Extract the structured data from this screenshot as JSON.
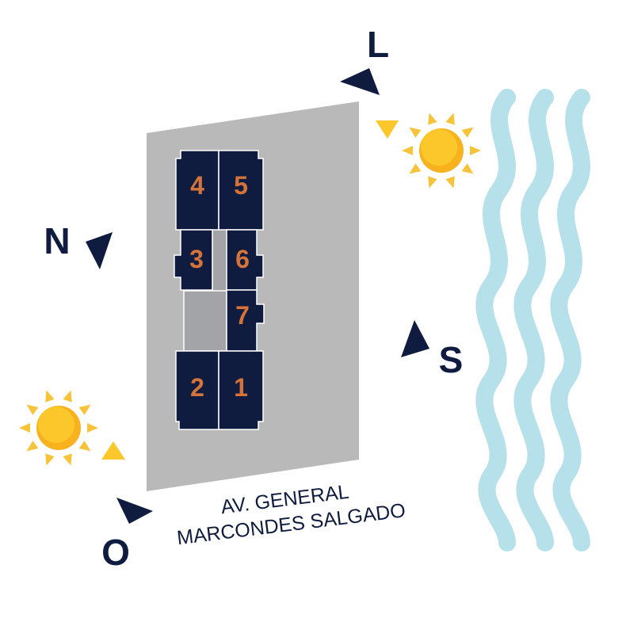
{
  "compass": {
    "east": "L",
    "north": "N",
    "south": "S",
    "west": "O"
  },
  "street": {
    "line1": "AV. GENERAL",
    "line2": "MARCONDES SALGADO"
  },
  "units": {
    "u1": "1",
    "u2": "2",
    "u3": "3",
    "u4": "4",
    "u5": "5",
    "u6": "6",
    "u7": "7"
  },
  "colors": {
    "lot": "#b9b9b9",
    "building": "#0f1c3f",
    "core": "#a2a4a7",
    "unit_number": "#d4743a",
    "compass": "#0f1c3f",
    "sun": "#fcc72b",
    "sun_ray": "#f6c33a",
    "water": "#b6e1ea"
  },
  "icons": {
    "sun": "sun-icon",
    "water": "water-waves-icon",
    "arrow": "triangle-arrow-icon"
  }
}
